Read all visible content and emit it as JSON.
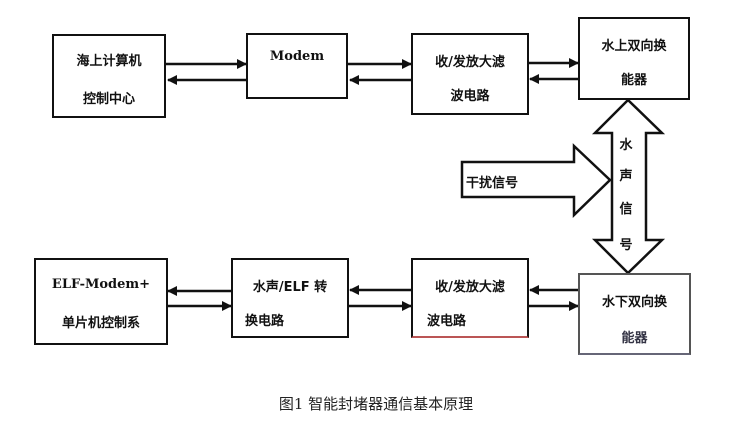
{
  "diagram": {
    "top_row": {
      "ship_computer": {
        "line1": "海上计算机",
        "line2": "控制中心"
      },
      "modem": {
        "line1": "Modem"
      },
      "filter_top": {
        "line1": "收/发放大滤",
        "line2": "波电路"
      },
      "transducer_top": {
        "line1": "水上双向换",
        "line2": "能器"
      }
    },
    "bottom_row": {
      "elf_modem": {
        "line1": "ELF-Modem+",
        "line2": "单片机控制系"
      },
      "converter": {
        "line1": "水声/ELF 转",
        "line2": "换电路"
      },
      "filter_bottom": {
        "line1": "收/发放大滤",
        "line2": "波电路"
      },
      "transducer_bottom": {
        "line1": "水下双向换",
        "line2": "能器"
      }
    },
    "interference_label": "干扰信号",
    "acoustic_signal_chars": [
      "水",
      "声",
      "信",
      "号"
    ]
  },
  "caption": "图1  智能封堵器通信基本原理"
}
